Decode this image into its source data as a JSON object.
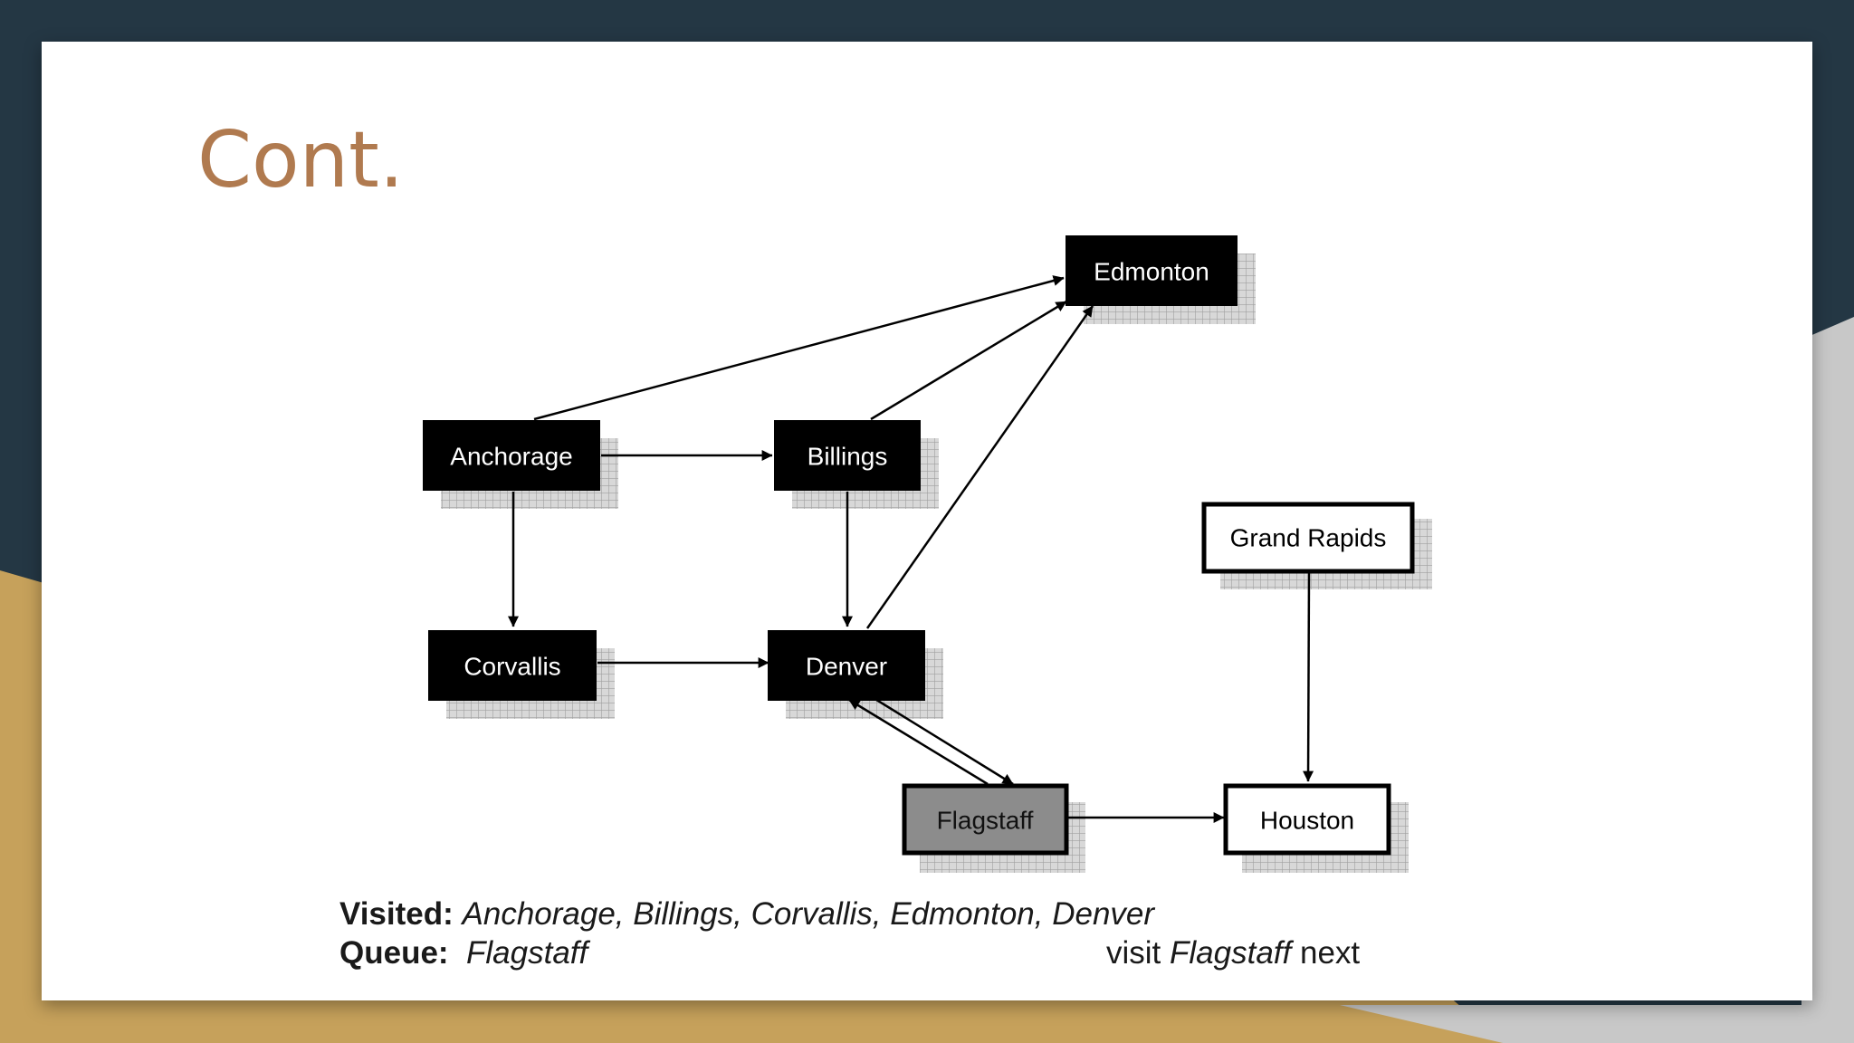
{
  "slide": {
    "title": "Cont."
  },
  "colors": {
    "background_dark": "#243744",
    "accent_gold": "#c6a15b",
    "accent_gray": "#c8c8c8",
    "title": "#b07a4f",
    "node_visited_fill": "#000000",
    "node_current_fill": "#8c8c8c",
    "node_unvisited_fill": "#ffffff"
  },
  "graph": {
    "nodes": [
      {
        "id": "anchorage",
        "label": "Anchorage",
        "state": "visited"
      },
      {
        "id": "billings",
        "label": "Billings",
        "state": "visited"
      },
      {
        "id": "corvallis",
        "label": "Corvallis",
        "state": "visited"
      },
      {
        "id": "denver",
        "label": "Denver",
        "state": "visited"
      },
      {
        "id": "edmonton",
        "label": "Edmonton",
        "state": "visited"
      },
      {
        "id": "flagstaff",
        "label": "Flagstaff",
        "state": "current"
      },
      {
        "id": "grand-rapids",
        "label": "Grand Rapids",
        "state": "unvisited"
      },
      {
        "id": "houston",
        "label": "Houston",
        "state": "unvisited"
      }
    ],
    "edges": [
      {
        "from": "anchorage",
        "to": "edmonton"
      },
      {
        "from": "anchorage",
        "to": "billings"
      },
      {
        "from": "anchorage",
        "to": "corvallis"
      },
      {
        "from": "billings",
        "to": "edmonton"
      },
      {
        "from": "billings",
        "to": "denver"
      },
      {
        "from": "corvallis",
        "to": "denver"
      },
      {
        "from": "denver",
        "to": "edmonton"
      },
      {
        "from": "denver",
        "to": "flagstaff"
      },
      {
        "from": "flagstaff",
        "to": "denver"
      },
      {
        "from": "flagstaff",
        "to": "houston"
      },
      {
        "from": "grand-rapids",
        "to": "houston"
      }
    ]
  },
  "legend": {
    "visited_label": "Visited:",
    "visited_value": "Anchorage, Billings, Corvallis, Edmonton, Denver",
    "queue_label": "Queue:",
    "queue_value": "Flagstaff",
    "next_prefix": "visit",
    "next_node": "Flagstaff",
    "next_suffix": "next"
  }
}
